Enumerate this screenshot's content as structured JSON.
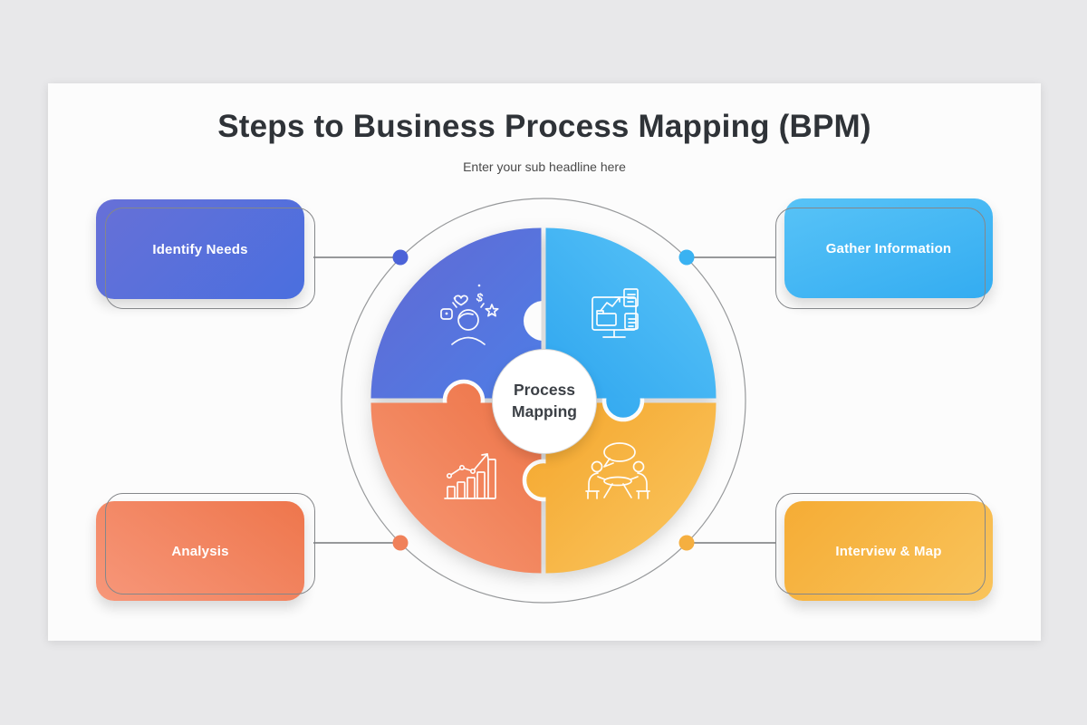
{
  "slide": {
    "title": "Steps to Business Process Mapping (BPM)",
    "subtitle": "Enter your sub headline here",
    "center_label": {
      "line1": "Process",
      "line2": "Mapping"
    }
  },
  "steps": [
    {
      "label": "Identify Needs",
      "position": "top-left",
      "icon": "person-ideas-icon",
      "box_gradient": [
        "#6770D7",
        "#4A6FDF"
      ],
      "dot_color": "#4C63D8"
    },
    {
      "label": "Gather Information",
      "position": "top-right",
      "icon": "monitor-documents-icon",
      "box_gradient": [
        "#58C3F7",
        "#33ACF1"
      ],
      "dot_color": "#3AB2F2"
    },
    {
      "label": "Analysis",
      "position": "bottom-left",
      "icon": "growth-chart-icon",
      "box_gradient": [
        "#EE764C",
        "#F7977A"
      ],
      "dot_color": "#F0815A"
    },
    {
      "label": "Interview & Map",
      "position": "bottom-right",
      "icon": "interview-discussion-icon",
      "box_gradient": [
        "#F5AC35",
        "#F9C45C"
      ],
      "dot_color": "#F5AF40"
    }
  ],
  "puzzle": {
    "segment_colors": {
      "identify_needs": [
        "#6269D3",
        "#4E7DE6"
      ],
      "gather_information": [
        "#5BC5F8",
        "#2FA6EF"
      ],
      "analysis": [
        "#ED7448",
        "#F89B78"
      ],
      "interview_map": [
        "#F4A72E",
        "#FBC863"
      ]
    }
  },
  "colors": {
    "page_background": "#E8E8EA",
    "slide_background": "#FCFCFC",
    "title_text": "#2F3338",
    "subtitle_text": "#4A4A4A",
    "center_text": "#3C4046",
    "outline_stroke": "#85878A",
    "connector_line": "#97999B"
  }
}
